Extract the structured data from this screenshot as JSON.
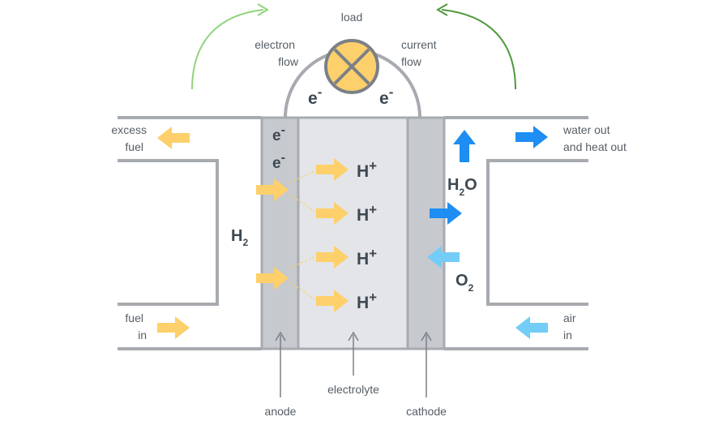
{
  "labels": {
    "load": "load",
    "electron_flow": [
      "electron",
      "flow"
    ],
    "current_flow": [
      "current",
      "flow"
    ],
    "excess_fuel": [
      "excess",
      "fuel"
    ],
    "water_heat_out": [
      "water out",
      "and heat out"
    ],
    "fuel_in": [
      "fuel",
      "in"
    ],
    "air_in": [
      "air",
      "in"
    ],
    "anode": "anode",
    "electrolyte": "electrolyte",
    "cathode": "cathode"
  },
  "symbols": {
    "electron": "e",
    "electron_sign": "-",
    "proton": "H",
    "proton_sign": "+",
    "hydrogen": "H",
    "hydrogen_sub": "2",
    "water_h": "H",
    "water_sub": "2",
    "water_o": "O",
    "oxygen": "O",
    "oxygen_sub": "2"
  },
  "colors": {
    "fuel_arrow": "#fdd06b",
    "water_arrow": "#1e8ef2",
    "air_arrow": "#73cdf7",
    "electron_flow_arrow": "#8fd47c",
    "current_flow_arrow": "#4f9a3c",
    "electrode": "#c6c9cd",
    "electrolyte": "#e3e5e8",
    "outline": "#a7abb0",
    "load_fill": "#fdd06b",
    "load_ring": "#7b8087"
  }
}
